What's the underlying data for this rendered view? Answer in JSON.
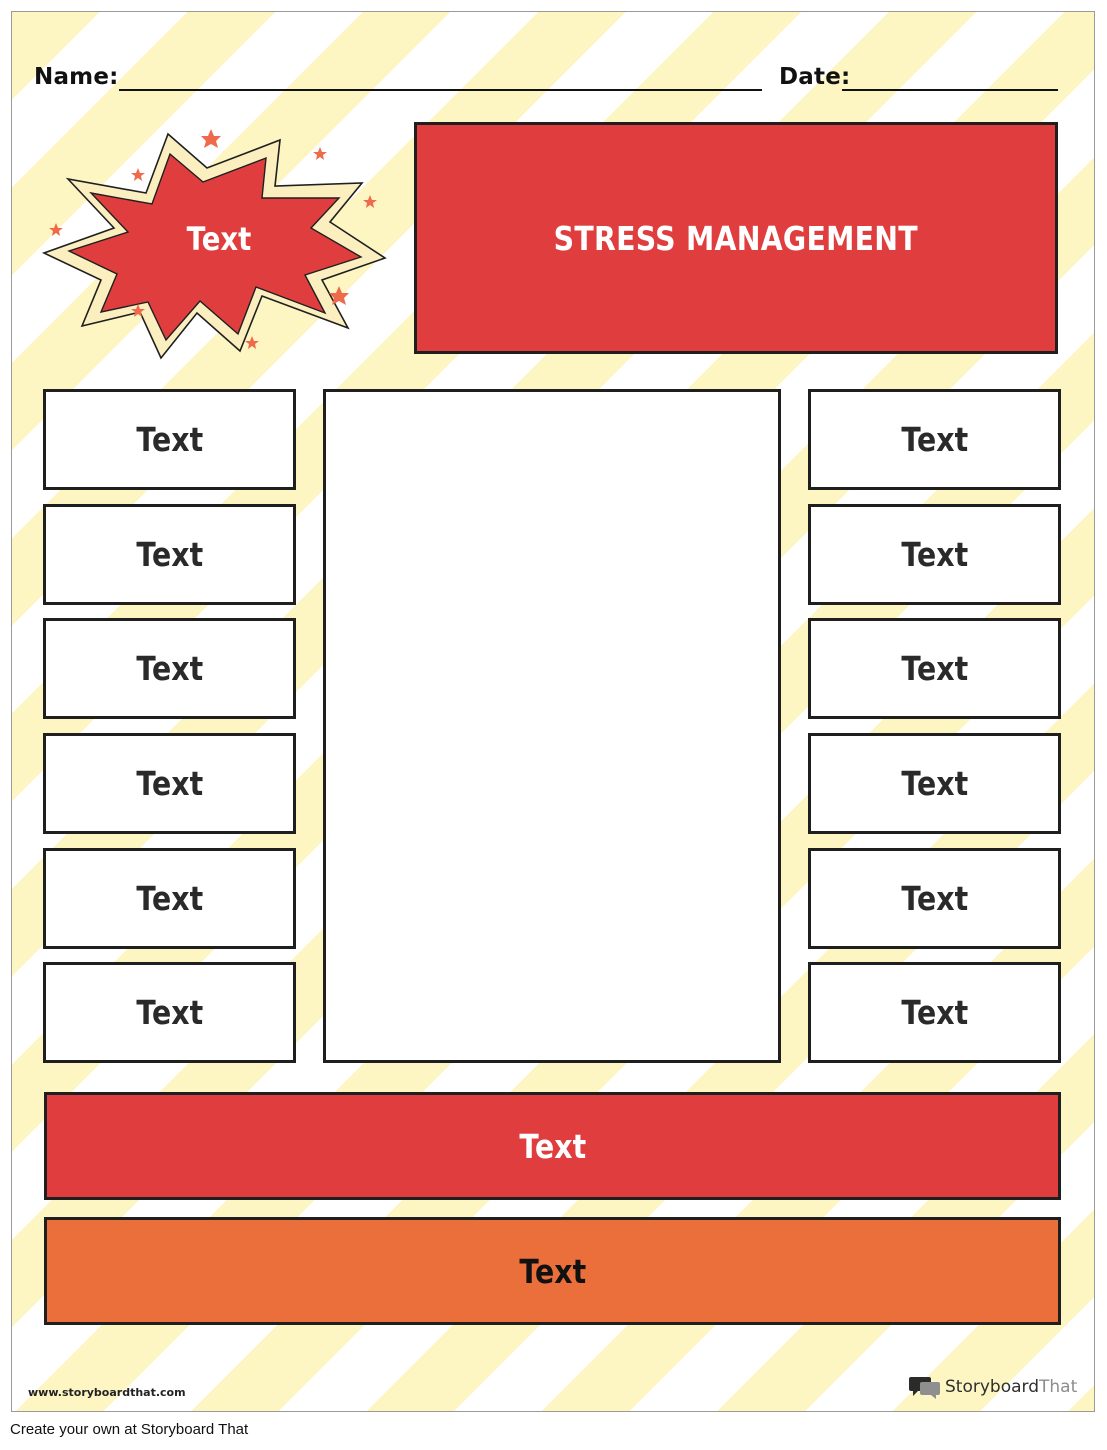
{
  "header": {
    "name_label": "Name:",
    "date_label": "Date:"
  },
  "burst": {
    "label": "Text"
  },
  "title": "STRESS MANAGEMENT",
  "left_boxes": [
    "Text",
    "Text",
    "Text",
    "Text",
    "Text",
    "Text"
  ],
  "right_boxes": [
    "Text",
    "Text",
    "Text",
    "Text",
    "Text",
    "Text"
  ],
  "bottom_bands": {
    "red_label": "Text",
    "orange_label": "Text"
  },
  "site_url": "www.storyboardthat.com",
  "brand": {
    "part1": "Storyboard",
    "part2": "That"
  },
  "footer": "Create your own at Storyboard That",
  "colors": {
    "red": "#e03e3e",
    "orange": "#ea6f3a",
    "stripe": "#fdf6c3",
    "star": "#ef6a4b"
  }
}
